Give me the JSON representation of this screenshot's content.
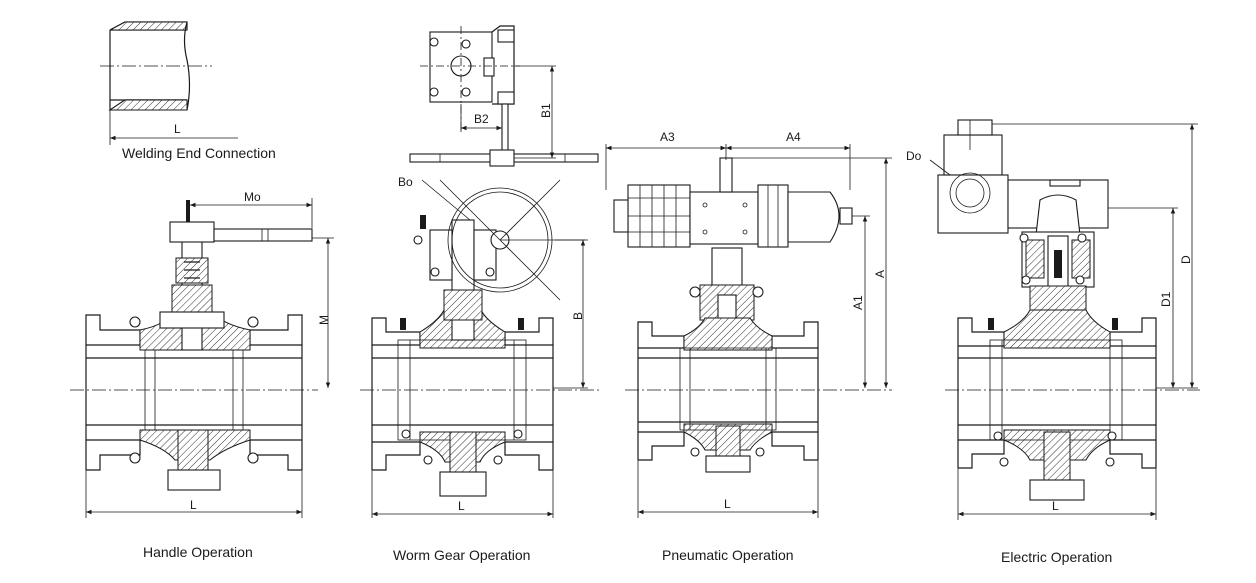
{
  "captions": {
    "welding": "Welding End Connection",
    "handle": "Handle Operation",
    "worm": "Worm Gear Operation",
    "pneumatic": "Pneumatic Operation",
    "electric": "Electric Operation"
  },
  "dimensions": {
    "welding_L": "L",
    "handle_Mo": "Mo",
    "handle_M": "M",
    "handle_L": "L",
    "worm_B2": "B2",
    "worm_B1": "B1",
    "worm_Bo": "Bo",
    "worm_B": "B",
    "worm_L": "L",
    "pneu_A3": "A3",
    "pneu_A4": "A4",
    "pneu_A1": "A1",
    "pneu_A": "A",
    "pneu_L": "L",
    "elec_Do": "Do",
    "elec_D1": "D1",
    "elec_D": "D",
    "elec_L": "L"
  }
}
